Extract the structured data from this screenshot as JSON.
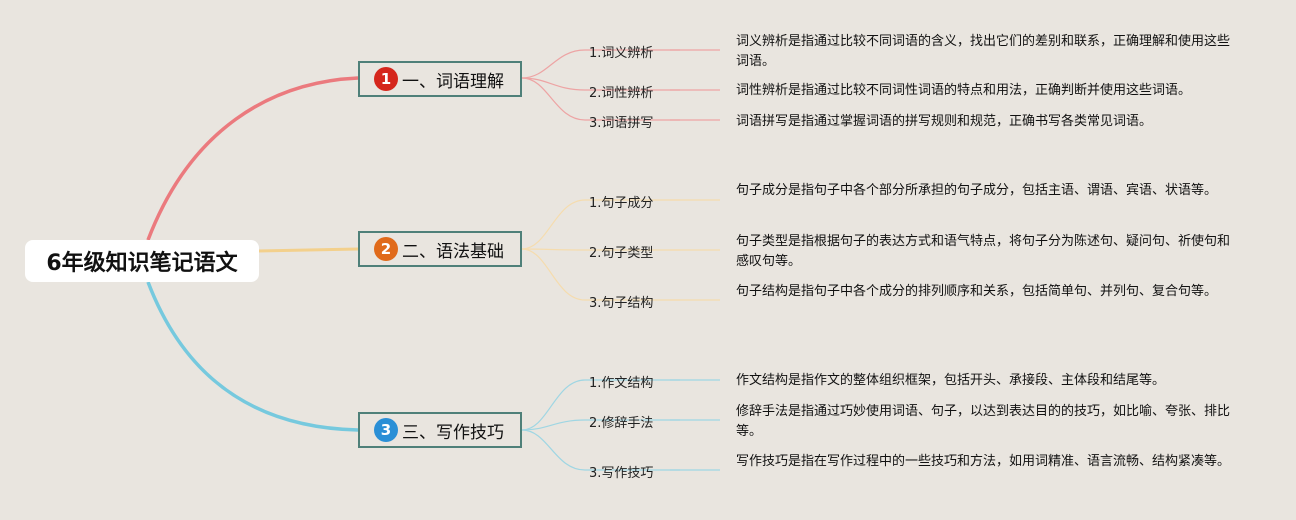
{
  "root": {
    "title": "6年级知识笔记语文"
  },
  "branches": [
    {
      "badge": "1",
      "label": "一、词语理解",
      "badge_color": "#d5261c",
      "line_color": "#eb7a7e",
      "sub_color": "#eda4a4",
      "items": [
        {
          "label": "1.词义辨析",
          "desc": "词义辨析是指通过比较不同词语的含义，找出它们的差别和联系，正确理解和使用这些词语。"
        },
        {
          "label": "2.词性辨析",
          "desc": "词性辨析是指通过比较不同词性词语的特点和用法，正确判断并使用这些词语。"
        },
        {
          "label": "3.词语拼写",
          "desc": "词语拼写是指通过掌握词语的拼写规则和规范，正确书写各类常见词语。"
        }
      ]
    },
    {
      "badge": "2",
      "label": "二、语法基础",
      "badge_color": "#e06a1a",
      "line_color": "#f3d08c",
      "sub_color": "#f5dcae",
      "items": [
        {
          "label": "1.句子成分",
          "desc": "句子成分是指句子中各个部分所承担的句子成分，包括主语、谓语、宾语、状语等。"
        },
        {
          "label": "2.句子类型",
          "desc": "句子类型是指根据句子的表达方式和语气特点，将句子分为陈述句、疑问句、祈使句和感叹句等。"
        },
        {
          "label": "3.句子结构",
          "desc": "句子结构是指句子中各个成分的排列顺序和关系，包括简单句、并列句、复合句等。"
        }
      ]
    },
    {
      "badge": "3",
      "label": "三、写作技巧",
      "badge_color": "#2a8fd6",
      "line_color": "#76c9de",
      "sub_color": "#9fd6e3",
      "items": [
        {
          "label": "1.作文结构",
          "desc": "作文结构是指作文的整体组织框架，包括开头、承接段、主体段和结尾等。"
        },
        {
          "label": "2.修辞手法",
          "desc": "修辞手法是指通过巧妙使用词语、句子，以达到表达目的的技巧，如比喻、夸张、排比等。"
        },
        {
          "label": "3.写作技巧",
          "desc": "写作技巧是指在写作过程中的一些技巧和方法，如用词精准、语言流畅、结构紧凑等。"
        }
      ]
    }
  ]
}
